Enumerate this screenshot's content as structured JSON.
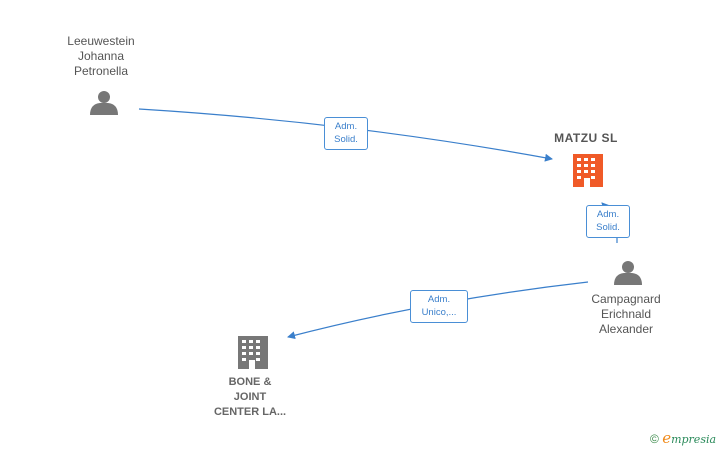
{
  "nodes": {
    "leeuwestein": {
      "label": "Leeuwestein\nJohanna\nPetronella",
      "icon": "person-icon"
    },
    "matzu": {
      "label": "MATZU  SL",
      "icon": "building-icon",
      "color": "#f05a28"
    },
    "campagnard": {
      "label": "Campagnard\nErichnald\nAlexander",
      "icon": "person-icon"
    },
    "bone": {
      "label": "BONE &\nJOINT\nCENTER LA...",
      "icon": "building-icon"
    }
  },
  "edges": {
    "e1": {
      "label": "Adm.\nSolid."
    },
    "e2": {
      "label": "Adm.\nSolid."
    },
    "e3": {
      "label": "Adm.\nUnico,..."
    }
  },
  "colors": {
    "edge": "#3a7fcb",
    "person": "#777777",
    "building_gray": "#777777",
    "building_main": "#f05a28"
  },
  "footer": {
    "copyright": "©",
    "brand_initial": "e",
    "brand_rest": "mpresia"
  }
}
